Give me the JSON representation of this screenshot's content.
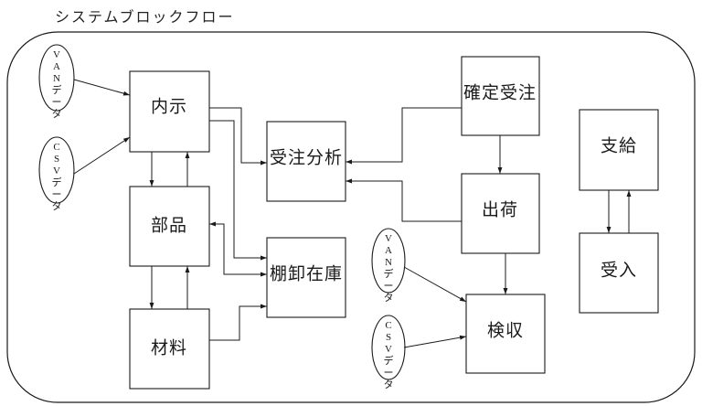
{
  "title": "システムブロックフロー",
  "nodes": {
    "naiji": "内示",
    "buhin": "部品",
    "zairyo": "材料",
    "juchu_bunseki": "受注分析",
    "tanaoroshi_zaiko": "棚卸在庫",
    "kakutei_juchu": "確定受注",
    "shukka": "出荷",
    "kenshu": "検収",
    "shikyu": "支給",
    "ukeire": "受入"
  },
  "data_sources": {
    "van_top": "VANデータ",
    "csv_top": "CSVデータ",
    "van_bottom": "VANデータ",
    "csv_bottom": "CSVデータ"
  }
}
